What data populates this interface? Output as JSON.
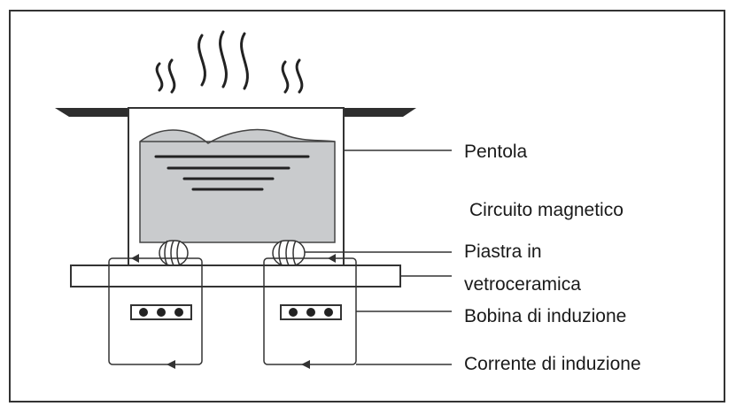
{
  "labels": {
    "pot": "Pentola",
    "magnetic_circuit": "Circuito magnetico",
    "plate_line1": "Piastra in",
    "plate_line2": "vetroceramica",
    "induction_coil": "Bobina di induzione",
    "induction_current": "Corrente di induzione"
  },
  "colors": {
    "frame": "#333333",
    "liquid": "#c9cbcd",
    "liquid_stroke": "#444444",
    "text": "#1a1a1a",
    "background": "#ffffff"
  }
}
